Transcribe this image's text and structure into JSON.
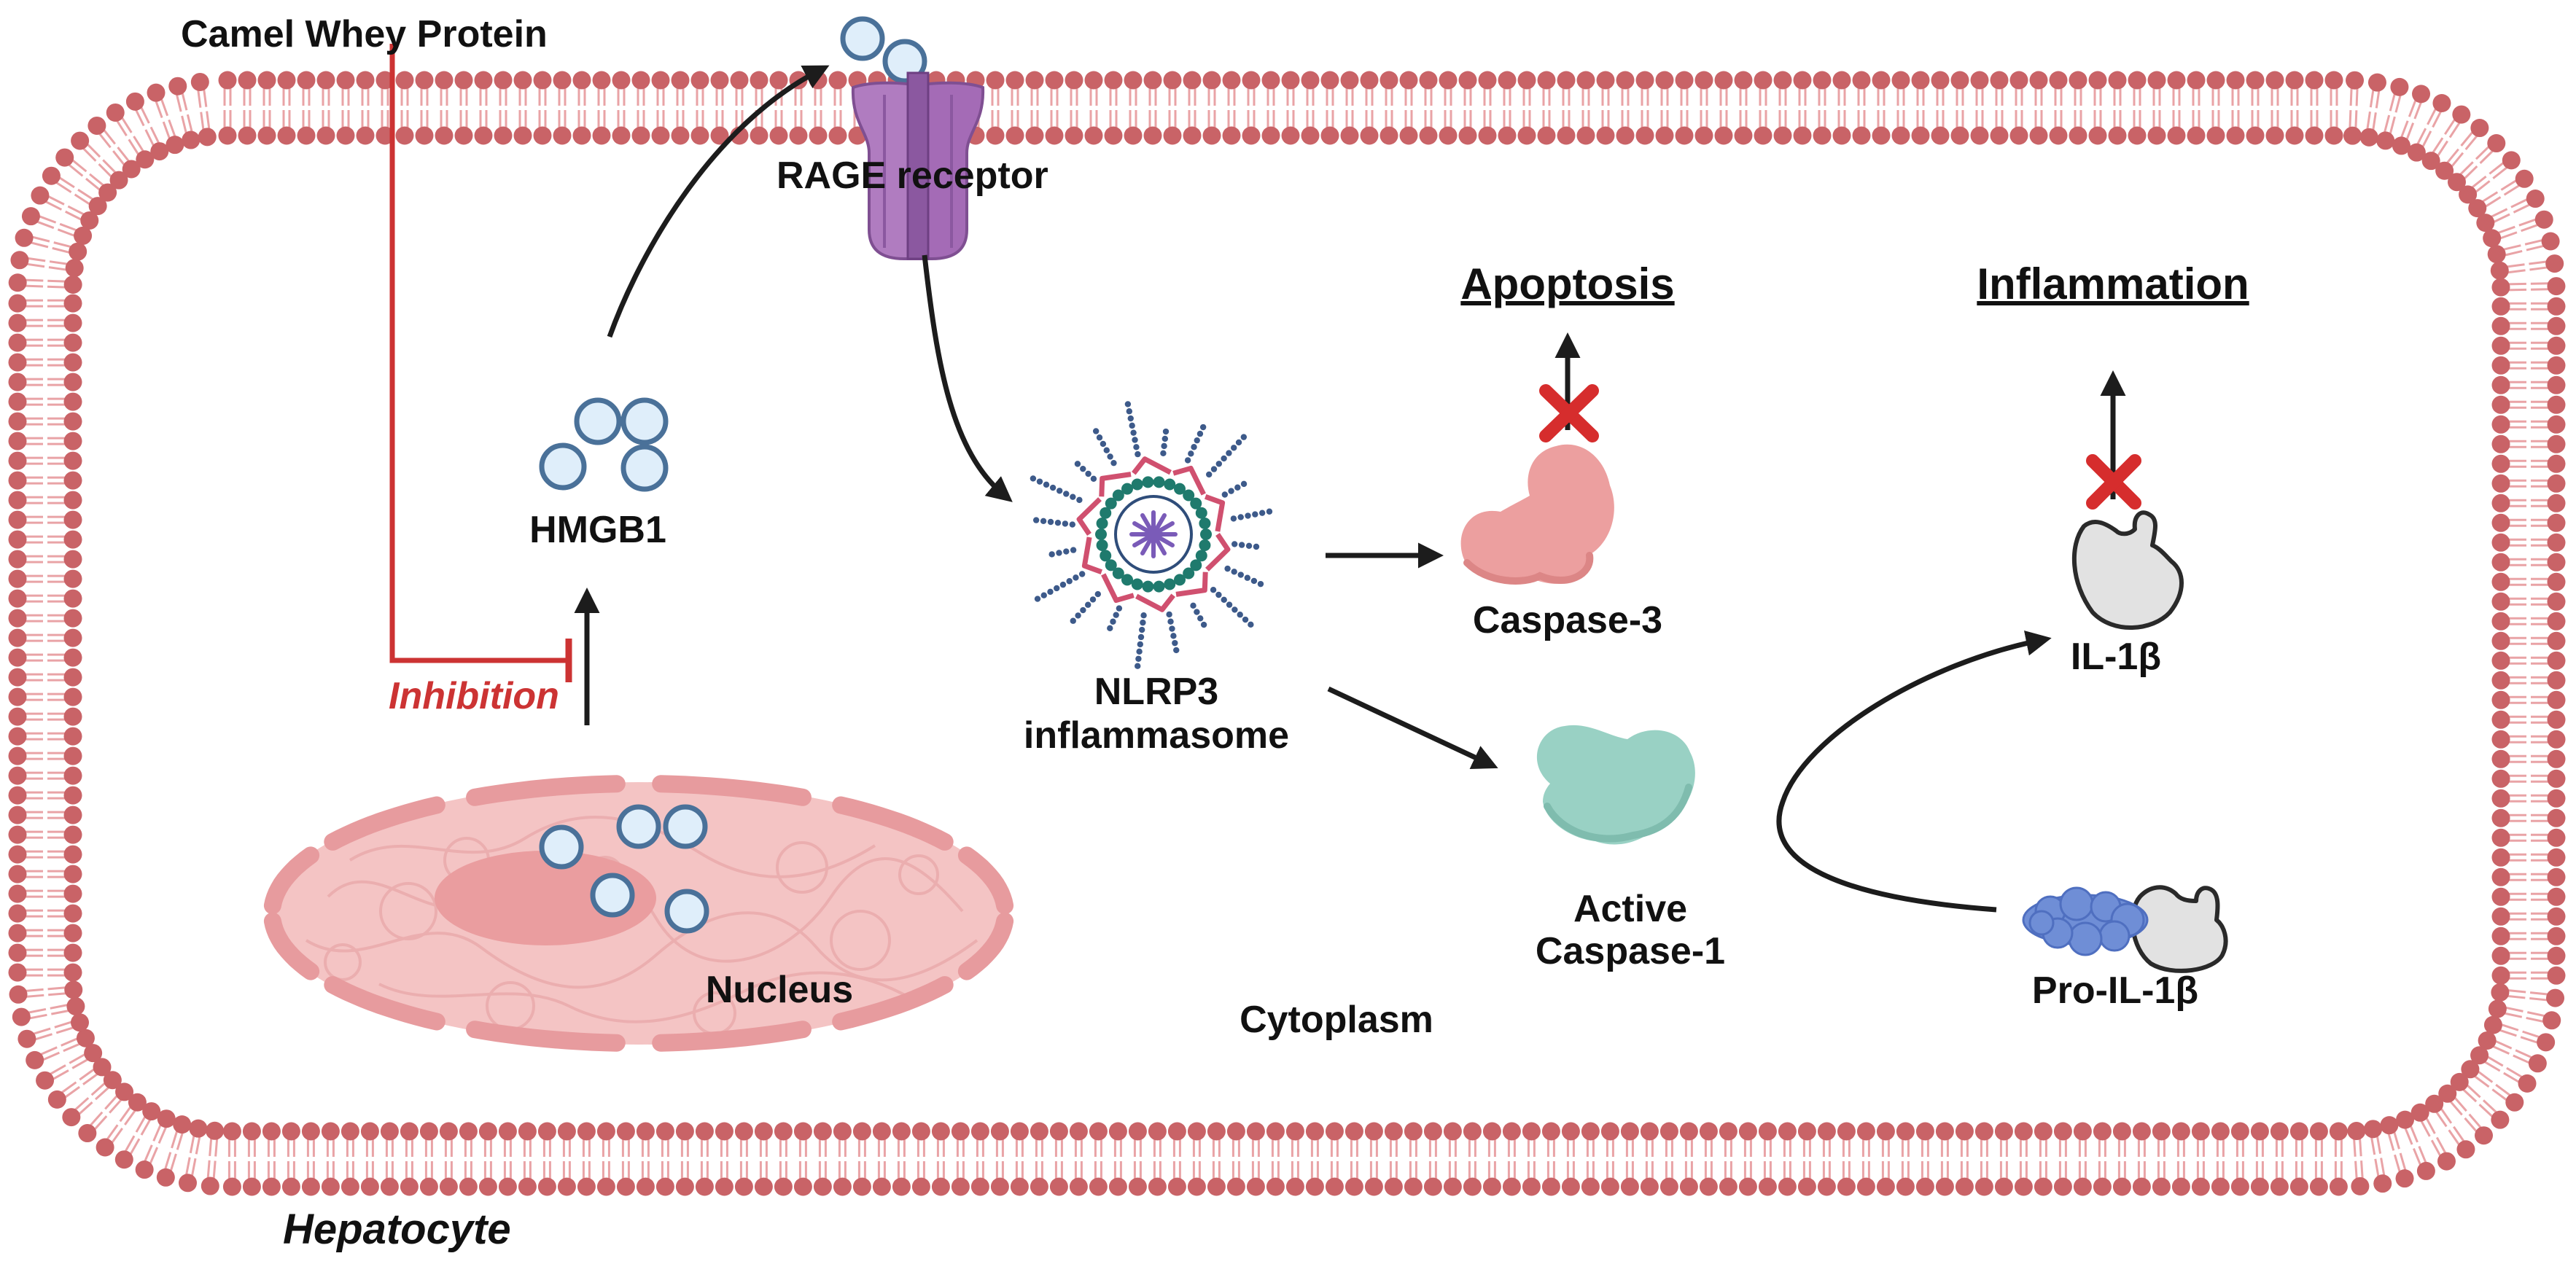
{
  "labels": {
    "treatment": "Camel Whey Protein",
    "receptor": "RAGE receptor",
    "hmgb1": "HMGB1",
    "inhibition": "Inhibition",
    "nucleus": "Nucleus",
    "nlrp3_line1": "NLRP3",
    "nlrp3_line2": "inflammasome",
    "apoptosis": "Apoptosis",
    "inflammation": "Inflammation",
    "caspase3": "Caspase-3",
    "caspase1_line1": "Active",
    "caspase1_line2": "Caspase-1",
    "il1b": "IL-1β",
    "pro_il1b": "Pro-IL-1β",
    "cytoplasm": "Cytoplasm",
    "cell": "Hepatocyte"
  },
  "colors": {
    "membrane_head": "#c96367",
    "membrane_tail": "#e9a3a6",
    "inhibition": "#cc3333",
    "arrow": "#1c1c1c",
    "block_mark": "#d62d2d",
    "nucleus_fill": "#f4c4c4",
    "nucleolus_fill": "#ea9d9f",
    "hmgb1_fill": "#dfeefa",
    "hmgb1_stroke": "#4a7199",
    "receptor_fill": "#b07cc0",
    "caspase3_fill": "#ec9f9f",
    "caspase1_fill": "#99d1c4",
    "il1b_fill": "#e2e2e2",
    "pro_domain_fill": "#6f8ed6"
  }
}
